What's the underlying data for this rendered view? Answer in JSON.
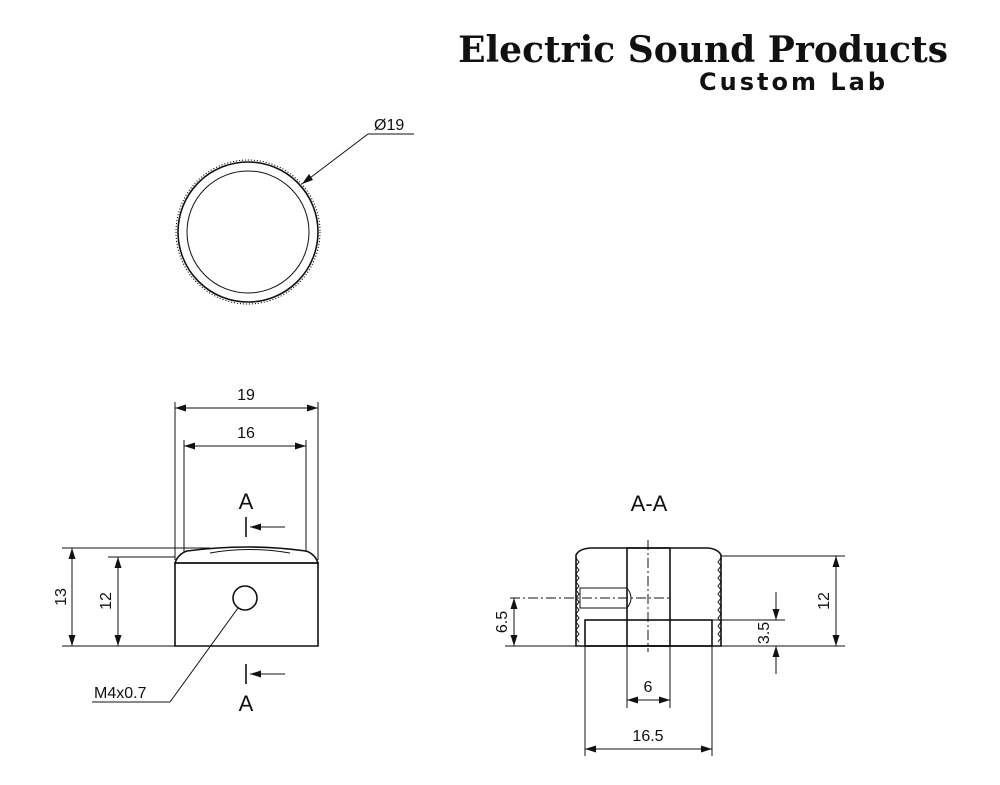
{
  "brand": {
    "line1": "Electric Sound Products",
    "line2": "Custom Lab"
  },
  "top_view": {
    "diameter_label": "Ø19"
  },
  "front_view": {
    "overall_width": "19",
    "top_width": "16",
    "overall_height": "13",
    "knurl_height": "12",
    "thread_label": "M4x0.7",
    "section_mark_top": "A",
    "section_mark_bottom": "A"
  },
  "section_view": {
    "title": "A-A",
    "height": "12",
    "screw_height": "6.5",
    "bore_depth": "3.5",
    "bore_width": "6",
    "bottom_width": "16.5"
  }
}
